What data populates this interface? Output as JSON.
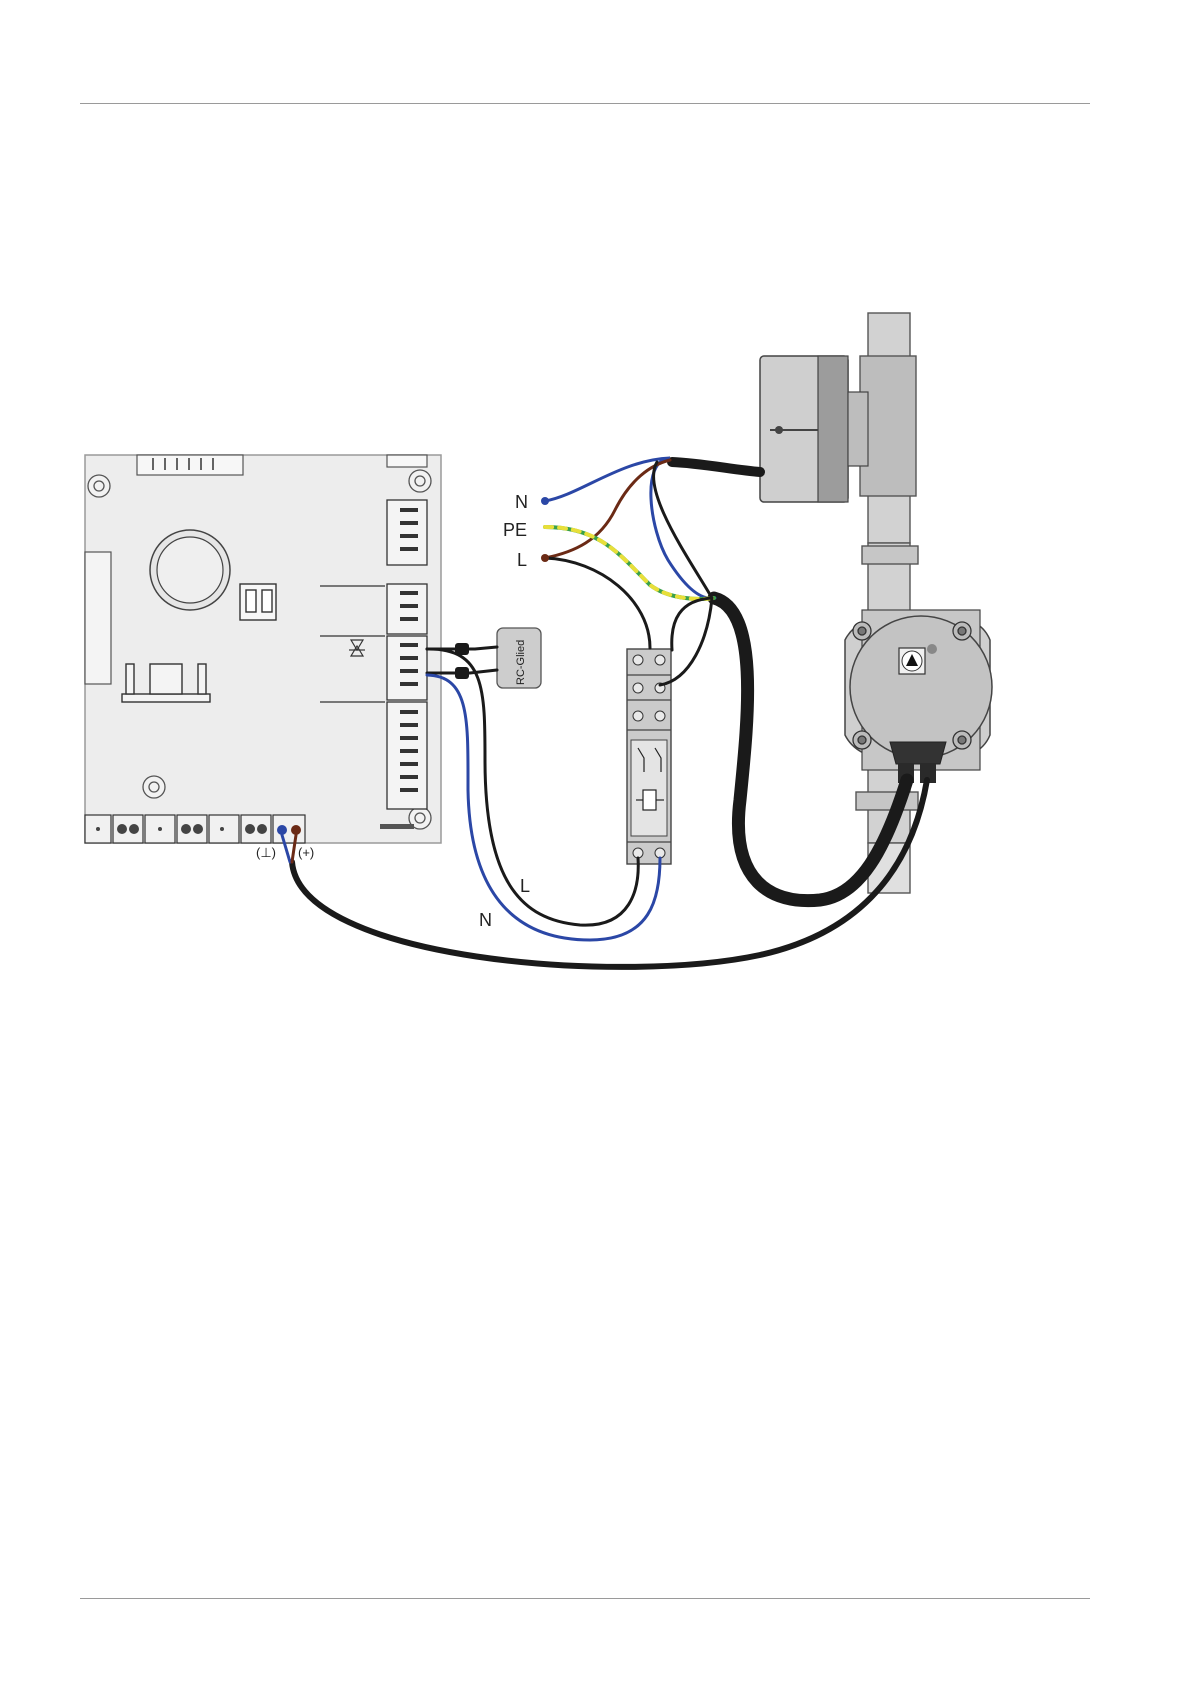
{
  "labels": {
    "supply_n": "N",
    "supply_pe": "PE",
    "supply_l": "L",
    "rc_element": "RC-Glied",
    "cable_l": "L",
    "cable_n": "N",
    "terminal_ground": "(⊥)",
    "terminal_plus": "(+)"
  },
  "colors": {
    "neutral_wire": "#2b47a6",
    "live_wire": "#6b2a15",
    "earth_green": "#3aa04a",
    "earth_yellow": "#e8df3a",
    "cable": "#1a1a1a",
    "component_gray": "#c8c8c8",
    "board_gray": "#ededed"
  }
}
